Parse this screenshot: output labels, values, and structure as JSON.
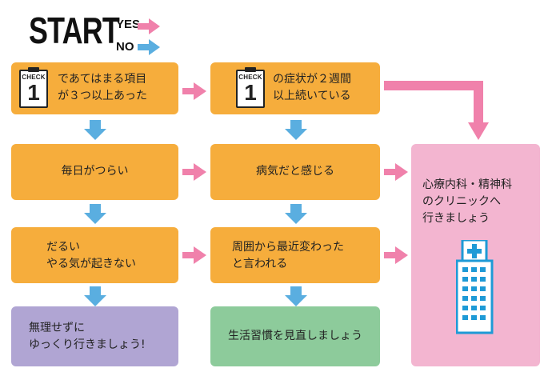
{
  "start": "START",
  "legend": {
    "yes": "YES",
    "no": "NO"
  },
  "check_label": "CHECK",
  "check_number": "1",
  "col1": {
    "box1": "であてはまる項目\nが３つ以上あった",
    "box2": "毎日がつらい",
    "box3": "だるい\nやる気が起きない",
    "result": "無理せずに\nゆっくり行きましょう!"
  },
  "col2": {
    "box1": "の症状が２週間\n以上続いている",
    "box2": "病気だと感じる",
    "box3": "周囲から最近変わった\nと言われる",
    "result": "生活習慣を見直しましょう"
  },
  "col3": {
    "result": "心療内科・精神科\nのクリニックへ\n行きましょう"
  },
  "colors": {
    "yes_arrow": "#f081ab",
    "no_arrow": "#5aaee0",
    "box": "#f6ad3c",
    "purple": "#b0a5d3",
    "green": "#8dcb9b",
    "pink": "#f3b5d0"
  }
}
